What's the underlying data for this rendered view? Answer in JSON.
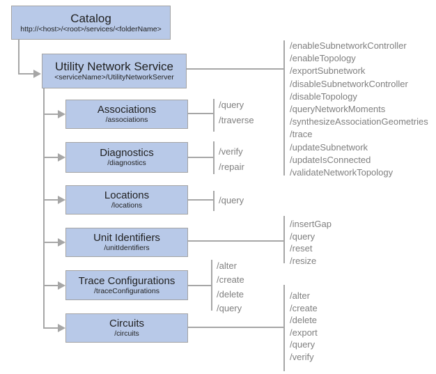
{
  "catalog": {
    "title": "Catalog",
    "subtitle": "http://<host>/<root>/services/<folderName>"
  },
  "service": {
    "title": "Utility Network Service",
    "subtitle": "<serviceName>/UtilityNetworkServer",
    "operations": [
      "/enableSubnetworkController",
      "/enableTopology",
      "/exportSubnetwork",
      "/disableSubnetworkController",
      "/disableTopology",
      "/queryNetworkMoments",
      "/synthesizeAssociationGeometries",
      "/trace",
      "/updateSubnetwork",
      "/updateIsConnected",
      "/validateNetworkTopology"
    ]
  },
  "resources": [
    {
      "title": "Associations",
      "subtitle": "/associations",
      "operations": [
        "/query",
        "/traverse"
      ]
    },
    {
      "title": "Diagnostics",
      "subtitle": "/diagnostics",
      "operations": [
        "/verify",
        "/repair"
      ]
    },
    {
      "title": "Locations",
      "subtitle": "/locations",
      "operations": [
        "/query"
      ]
    },
    {
      "title": "Unit Identifiers",
      "subtitle": "/unitIdentifiers",
      "operations": [
        "/insertGap",
        "/query",
        "/reset",
        "/resize"
      ]
    },
    {
      "title": "Trace Configurations",
      "subtitle": "/traceConfigurations",
      "operations": [
        "/alter",
        "/create",
        "/delete",
        "/query"
      ]
    },
    {
      "title": "Circuits",
      "subtitle": "/circuits",
      "operations": [
        "/alter",
        "/create",
        "/delete",
        "/export",
        "/query",
        "/verify"
      ]
    }
  ],
  "colors": {
    "box_fill": "#b8c9e8",
    "box_border": "#a3a3a3",
    "line": "#a6a6a6",
    "title_text": "#1f1f1f",
    "ops_text": "#7f7f7f"
  }
}
